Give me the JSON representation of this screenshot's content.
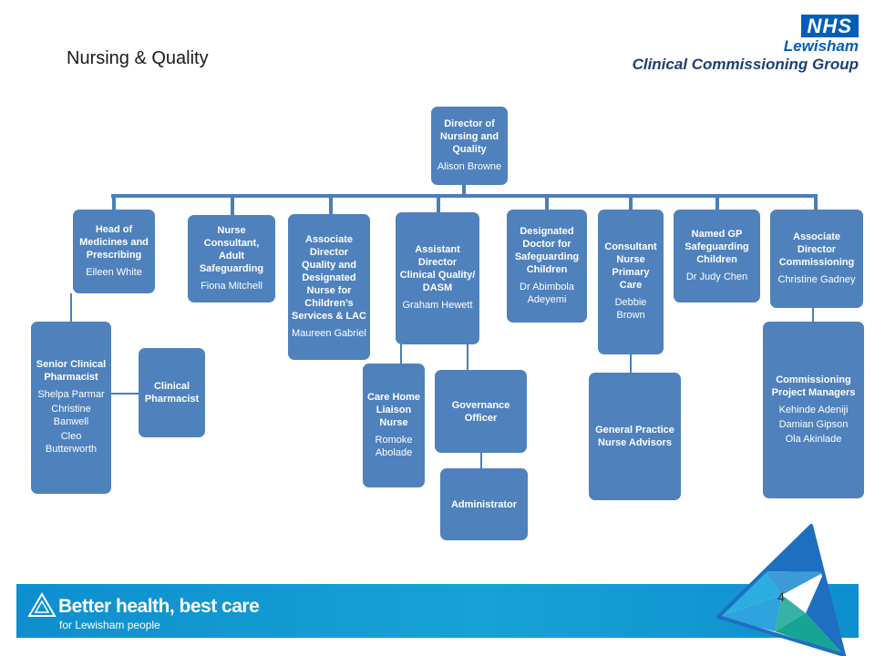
{
  "slide": {
    "title": "Nursing & Quality",
    "page_number": "4"
  },
  "logo": {
    "badge": "NHS",
    "line1": "Lewisham",
    "line2": "Clinical Commissioning Group"
  },
  "footer": {
    "tagline": "Better health, best care",
    "subline": "for Lewisham people"
  },
  "colors": {
    "box": "#4f81bd",
    "line": "#4a7ebb",
    "footer": "#16a2d6",
    "brand": "#005eb8"
  },
  "org": {
    "director": {
      "role": "Director of Nursing and Quality",
      "names": [
        "Alison Browne"
      ]
    },
    "head_medicines": {
      "role": "Head of Medicines and Prescribing",
      "names": [
        "Eileen White"
      ]
    },
    "senior_pharmacist": {
      "role": "Senior Clinical Pharmacist",
      "names": [
        "Shelpa Parmar",
        "Christine Banwell",
        "Cleo Butterworth"
      ]
    },
    "clinical_pharmacist": {
      "role": "Clinical Pharmacist"
    },
    "nurse_consultant": {
      "role": "Nurse Consultant, Adult Safeguarding",
      "names": [
        "Fiona Mitchell"
      ]
    },
    "assoc_dir_quality": {
      "role": "Associate Director Quality and Designated Nurse for Children’s Services & LAC",
      "names": [
        "Maureen Gabriel"
      ]
    },
    "asst_dir": {
      "role": "Assistant Director Clinical Quality/ DASM",
      "names": [
        "Graham Hewett"
      ]
    },
    "care_home": {
      "role": "Care Home Liaison Nurse",
      "names": [
        "Romoke Abolade"
      ]
    },
    "governance": {
      "role": "Governance Officer"
    },
    "administrator": {
      "role": "Administrator"
    },
    "designated_doctor": {
      "role": "Designated Doctor for Safeguarding Children",
      "names": [
        "Dr Abimbola Adeyemi"
      ]
    },
    "consultant_nurse": {
      "role": "Consultant Nurse Primary Care",
      "names": [
        "Debbie Brown"
      ]
    },
    "gp_advisors": {
      "role": "General Practice Nurse Advisors"
    },
    "named_gp": {
      "role": "Named GP Safeguarding Children",
      "names": [
        "Dr Judy Chen"
      ]
    },
    "assoc_dir_comm": {
      "role": "Associate Director Commissioning",
      "names": [
        "Christine Gadney"
      ]
    },
    "comm_managers": {
      "role": "Commissioning Project Managers",
      "names": [
        "Kehinde Adeniji",
        "Damian Gipson",
        "Ola Akinlade"
      ]
    }
  }
}
